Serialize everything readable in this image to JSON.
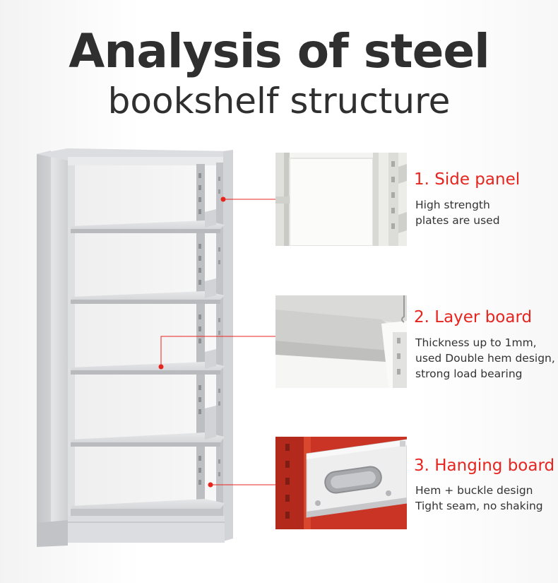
{
  "title": {
    "line1": "Analysis of steel",
    "line2": "bookshelf structure"
  },
  "colors": {
    "accent": "#e8241f",
    "text": "#333333",
    "steel": "#d9dadc",
    "steel_dark": "#a8aaad",
    "red_frame": "#c93424"
  },
  "features": [
    {
      "heading": "1. Side panel",
      "desc_lines": [
        "High strength",
        "plates are used"
      ],
      "photo": "side-panel-closeup"
    },
    {
      "heading": "2. Layer board",
      "desc_lines": [
        "Thickness up to 1mm,",
        "used Double hem design,",
        "strong load bearing"
      ],
      "photo": "layer-board-closeup"
    },
    {
      "heading": "3. Hanging board",
      "desc_lines": [
        "Hem + buckle design",
        "Tight seam, no shaking"
      ],
      "photo": "hanging-board-closeup"
    }
  ]
}
